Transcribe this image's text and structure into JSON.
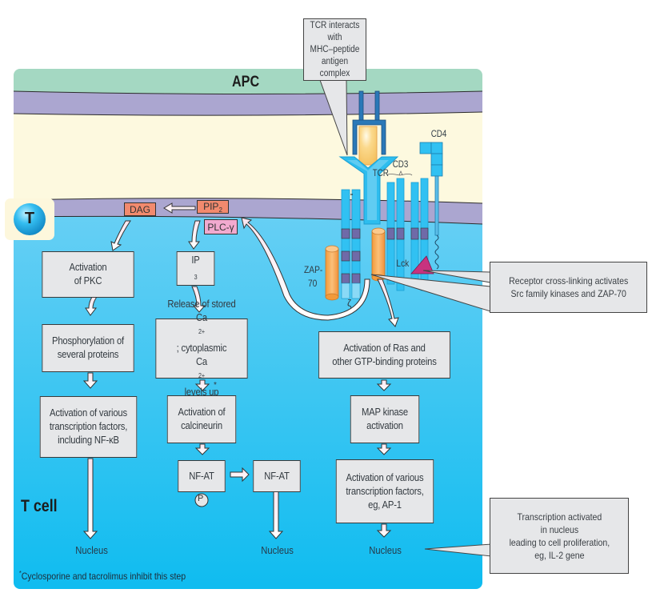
{
  "labels": {
    "apc": "APC",
    "t_cell": "T cell",
    "t_badge": "T",
    "tcr": "TCR",
    "cd3": "CD3",
    "cd4": "CD4",
    "lck": "Lck",
    "zap70_line1": "ZAP-",
    "zap70_line2": "70",
    "zeta": "ζ",
    "phosphate": "P",
    "asterisk": "*"
  },
  "membrane_tags": {
    "dag": "DAG",
    "pip2_base": "PIP",
    "pip2_sub": "2",
    "plc": "PLC-γ"
  },
  "callouts": {
    "tcr_interaction": [
      "TCR interacts with",
      "MHC–peptide",
      "antigen complex"
    ],
    "cross_linking": [
      "Receptor cross-linking activates",
      "Src family kinases and ZAP-70"
    ],
    "transcription": [
      "Transcription activated",
      "in nucleus",
      "leading to cell proliferation,",
      "eg, IL-2 gene"
    ]
  },
  "pathways": {
    "pkc": {
      "step1": [
        "Activation",
        "of PKC"
      ],
      "step2": [
        "Phosphorylation of",
        "several proteins"
      ],
      "step3": [
        "Activation of various",
        "transcription factors,",
        "including NF-κB"
      ],
      "end": "Nucleus"
    },
    "calcium": {
      "step1_base": "IP",
      "step1_sub": "3",
      "step2_line1_pre": "Release of stored",
      "step2_line2_base": "Ca",
      "step2_line2_sup": "2+",
      "step2_line2_post": "; cytoplasmic",
      "step2_line3_base": "Ca",
      "step2_line3_sup": "2+",
      "step2_line3_post": " levels up",
      "step3": [
        "Activation of",
        "calcineurin"
      ],
      "step4": "NF-AT",
      "step5": "NF-AT",
      "end": "Nucleus"
    },
    "ras": {
      "step1": [
        "Activation of Ras and",
        "other GTP-binding proteins"
      ],
      "step2": [
        "MAP kinase",
        "activation"
      ],
      "step3": [
        "Activation of various",
        "transcription factors,",
        "eg, AP-1"
      ],
      "end": "Nucleus"
    }
  },
  "footnote": {
    "mark": "*",
    "text": "Cyclosporine and tacrolimus inhibit this step"
  },
  "colors": {
    "apc_cytoplasm": "#a4d8c2",
    "membrane": "#aba6d0",
    "synapse_space": "#fdf9df",
    "tcell_cytoplasm_top": "#62cdf3",
    "tcell_cytoplasm_bottom": "#12bdf0",
    "box_fill": "#e6e7e9",
    "receptor_blue": "#27b6ea",
    "mhc_blue": "#2a78b8",
    "zap70_orange": "#f7a94f",
    "lck_magenta": "#c7337f",
    "dag_fill": "#f28a6e",
    "plc_fill": "#f2aacf",
    "itam_purple": "#6f6aa8"
  }
}
